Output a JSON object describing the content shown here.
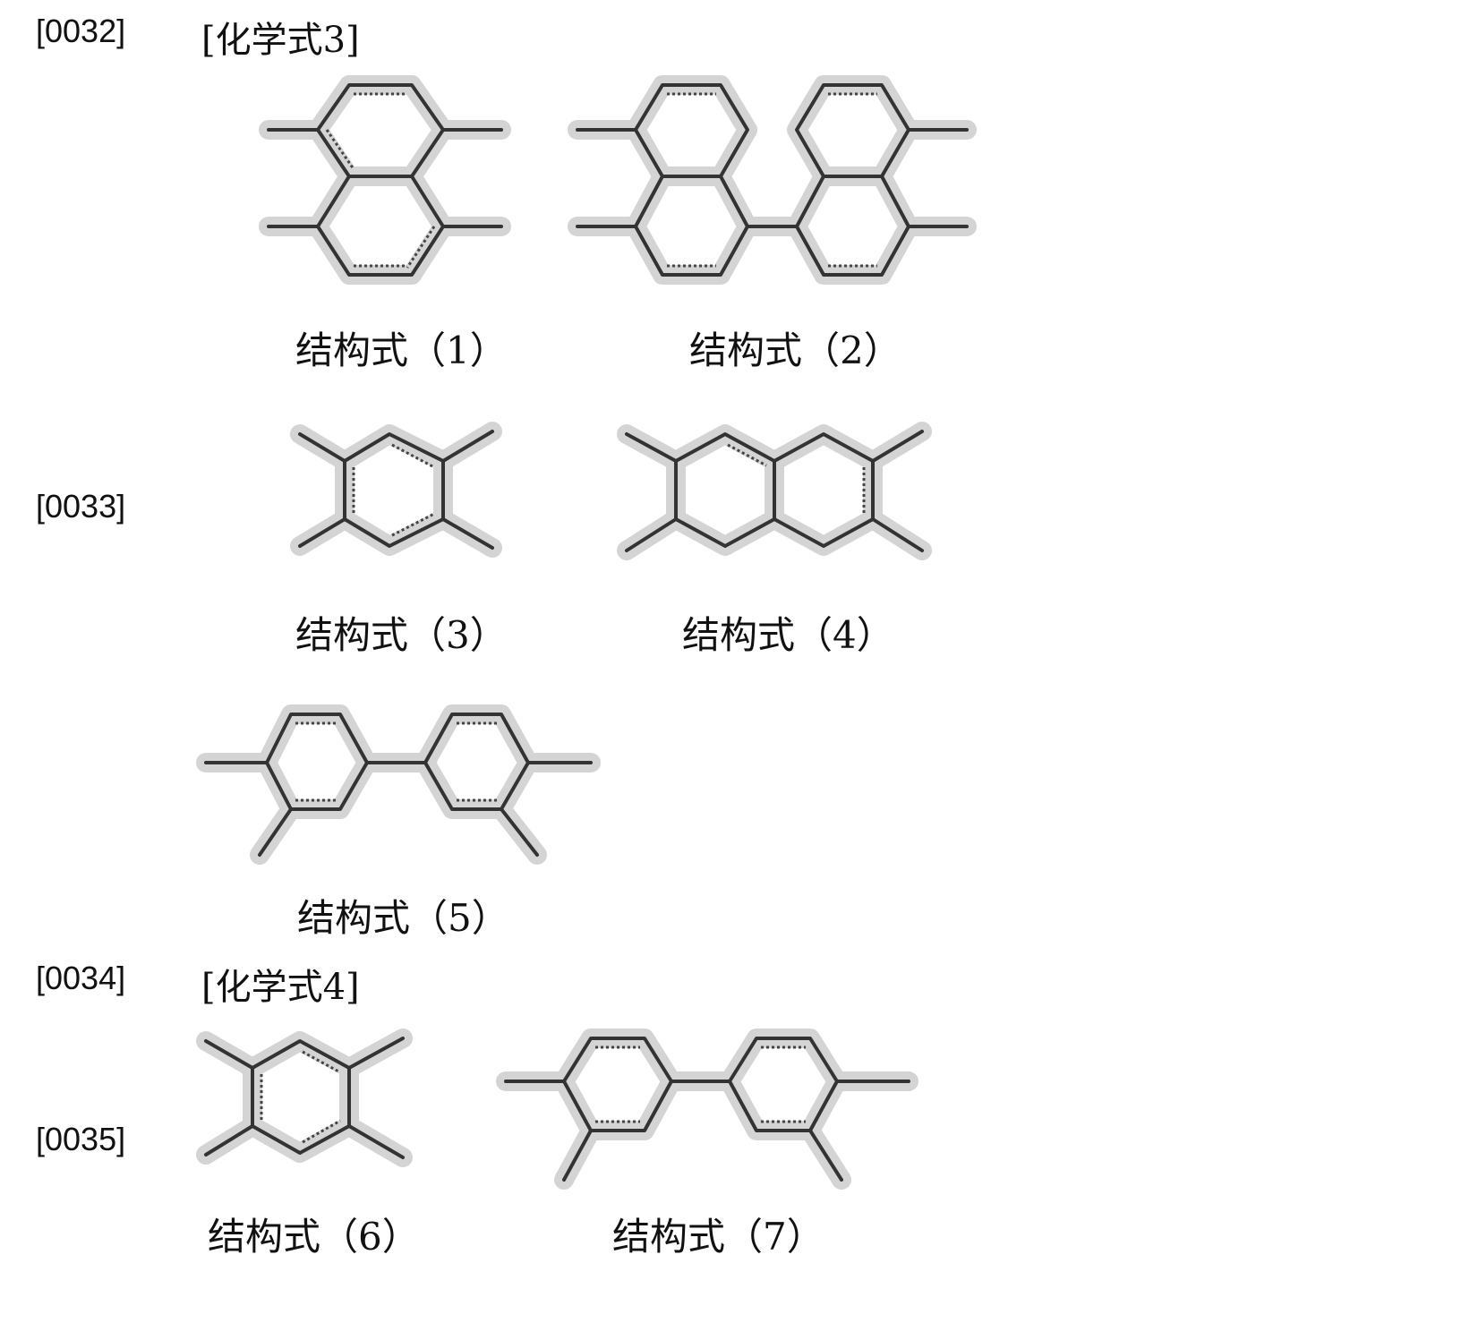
{
  "paragraphs": [
    {
      "number": "[0032]",
      "heading": "[化学式3]"
    },
    {
      "number": "[0033]"
    },
    {
      "number": "[0034]",
      "heading": "[化学式4]"
    },
    {
      "number": "[0035]"
    }
  ],
  "structures": [
    {
      "id": 1,
      "label": "结构式（1）"
    },
    {
      "id": 2,
      "label": "结构式（2）"
    },
    {
      "id": 3,
      "label": "结构式（3）"
    },
    {
      "id": 4,
      "label": "结构式（4）"
    },
    {
      "id": 5,
      "label": "结构式（5）"
    },
    {
      "id": 6,
      "label": "结构式（6）"
    },
    {
      "id": 7,
      "label": "结构式（7）"
    }
  ]
}
